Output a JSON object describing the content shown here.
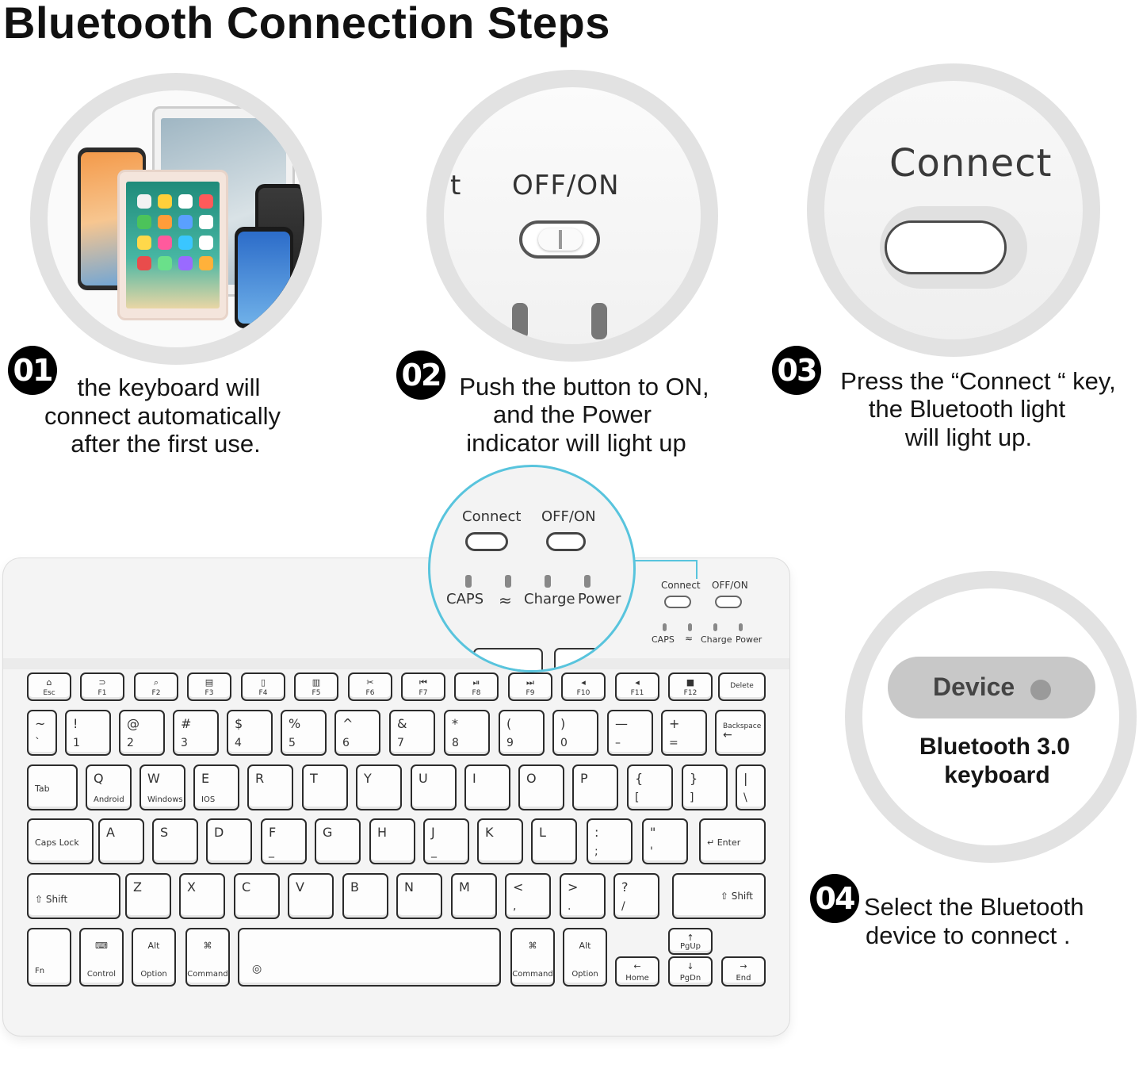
{
  "title": "Bluetooth Connection Steps",
  "steps": [
    {
      "number": "01",
      "lines": [
        "the keyboard will",
        "connect automatically",
        "after the first use."
      ]
    },
    {
      "number": "02",
      "lines": [
        "Push the button to ON,",
        "and the Power",
        "indicator will light up"
      ]
    },
    {
      "number": "03",
      "lines": [
        "Press the “Connect “ key,",
        "the Bluetooth light",
        "will light up."
      ]
    },
    {
      "number": "04",
      "lines": [
        "Select the Bluetooth",
        "device to connect ."
      ]
    }
  ],
  "circle2": {
    "partial": "t",
    "switch_label": "OFF/ON"
  },
  "circle3": {
    "button_label": "Connect"
  },
  "circle4": {
    "device_label": "Device",
    "keyboard_line1": "Bluetooth 3.0",
    "keyboard_line2": "keyboard"
  },
  "zoom": {
    "connect": "Connect",
    "offon": "OFF/ON",
    "caps": "CAPS",
    "wifi": "≈",
    "charge": "Charge",
    "power": "Power"
  },
  "panel": {
    "connect": "Connect",
    "offon": "OFF/ON",
    "caps": "CAPS",
    "charge": "Charge",
    "power": "Power"
  },
  "keyboard": {
    "fn_row": [
      {
        "icon": "⌂",
        "label": "Esc"
      },
      {
        "icon": "⊃",
        "label": "F1"
      },
      {
        "icon": "⌕",
        "label": "F2"
      },
      {
        "icon": "▤",
        "label": "F3"
      },
      {
        "icon": "▯",
        "label": "F4"
      },
      {
        "icon": "▥",
        "label": "F5"
      },
      {
        "icon": "✂",
        "label": "F6"
      },
      {
        "icon": "⏮",
        "label": "F7"
      },
      {
        "icon": "⏯",
        "label": "F8"
      },
      {
        "icon": "⏭",
        "label": "F9"
      },
      {
        "icon": "◂",
        "label": "F10"
      },
      {
        "icon": "◂",
        "label": "F11"
      },
      {
        "icon": "■",
        "label": "F12"
      },
      {
        "icon": "",
        "label": "Delete"
      }
    ],
    "num_row": [
      {
        "t": "~",
        "b": "`"
      },
      {
        "t": "!",
        "b": "1"
      },
      {
        "t": "@",
        "b": "2"
      },
      {
        "t": "#",
        "b": "3"
      },
      {
        "t": "$",
        "b": "4"
      },
      {
        "t": "%",
        "b": "5"
      },
      {
        "t": "^",
        "b": "6"
      },
      {
        "t": "&",
        "b": "7"
      },
      {
        "t": "*",
        "b": "8"
      },
      {
        "t": "(",
        "b": "9"
      },
      {
        "t": ")",
        "b": "0"
      },
      {
        "t": "—",
        "b": "–"
      },
      {
        "t": "+",
        "b": "="
      },
      {
        "t": "Backspace",
        "b": "←"
      }
    ],
    "q_row": [
      {
        "t": "Tab",
        "b": ""
      },
      {
        "t": "Q",
        "b": "Android"
      },
      {
        "t": "W",
        "b": "Windows"
      },
      {
        "t": "E",
        "b": "IOS"
      },
      {
        "t": "R",
        "b": ""
      },
      {
        "t": "T",
        "b": ""
      },
      {
        "t": "Y",
        "b": ""
      },
      {
        "t": "U",
        "b": ""
      },
      {
        "t": "I",
        "b": ""
      },
      {
        "t": "O",
        "b": ""
      },
      {
        "t": "P",
        "b": ""
      },
      {
        "t": "{",
        "b": "["
      },
      {
        "t": "}",
        "b": "]"
      },
      {
        "t": "|",
        "b": "\\"
      }
    ],
    "a_row": [
      {
        "t": "Caps Lock",
        "b": ""
      },
      {
        "t": "A",
        "b": ""
      },
      {
        "t": "S",
        "b": ""
      },
      {
        "t": "D",
        "b": ""
      },
      {
        "t": "F",
        "b": "_"
      },
      {
        "t": "G",
        "b": ""
      },
      {
        "t": "H",
        "b": ""
      },
      {
        "t": "J",
        "b": "_"
      },
      {
        "t": "K",
        "b": ""
      },
      {
        "t": "L",
        "b": ""
      },
      {
        "t": ":",
        "b": ";"
      },
      {
        "t": "\"",
        "b": "'"
      },
      {
        "t": "↵ Enter",
        "b": ""
      }
    ],
    "z_row": [
      {
        "t": "⇧ Shift",
        "b": ""
      },
      {
        "t": "Z",
        "b": ""
      },
      {
        "t": "X",
        "b": ""
      },
      {
        "t": "C",
        "b": ""
      },
      {
        "t": "V",
        "b": ""
      },
      {
        "t": "B",
        "b": ""
      },
      {
        "t": "N",
        "b": ""
      },
      {
        "t": "M",
        "b": ""
      },
      {
        "t": "<",
        "b": ","
      },
      {
        "t": ">",
        "b": "."
      },
      {
        "t": "?",
        "b": "/"
      },
      {
        "t": "⇧ Shift",
        "b": ""
      }
    ],
    "bottom_row": [
      {
        "t": "",
        "b": "Fn"
      },
      {
        "t": "⌨",
        "b": "Control"
      },
      {
        "t": "Alt",
        "b": "Option"
      },
      {
        "t": "⌘",
        "b": "Command"
      },
      {
        "t": "",
        "b": "◎"
      },
      {
        "t": "⌘",
        "b": "Command"
      },
      {
        "t": "Alt",
        "b": "Option"
      },
      {
        "t": "←",
        "b": "Home"
      },
      {
        "t": "↑",
        "b": "PgUp"
      },
      {
        "t": "↓",
        "b": "PgDn"
      },
      {
        "t": "→",
        "b": "End"
      }
    ]
  }
}
